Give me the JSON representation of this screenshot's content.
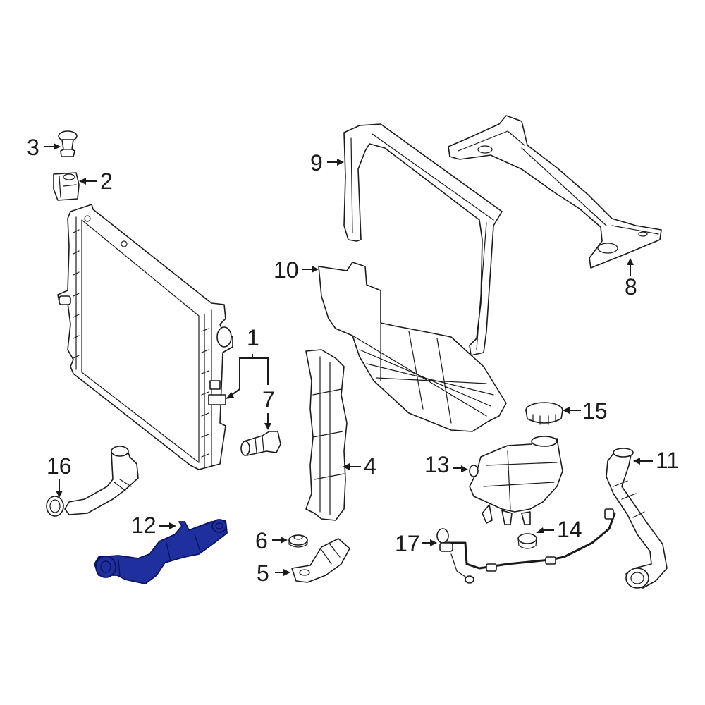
{
  "callouts": {
    "c1": "1",
    "c2": "2",
    "c3": "3",
    "c4": "4",
    "c5": "5",
    "c6": "6",
    "c7": "7",
    "c8": "8",
    "c9": "9",
    "c10": "10",
    "c11": "11",
    "c12": "12",
    "c13": "13",
    "c14": "14",
    "c15": "15",
    "c16": "16",
    "c17": "17"
  },
  "highlighted_part": "12",
  "colors": {
    "highlight": "#1f2f9e",
    "line": "#1a1a1a",
    "background": "#ffffff"
  }
}
